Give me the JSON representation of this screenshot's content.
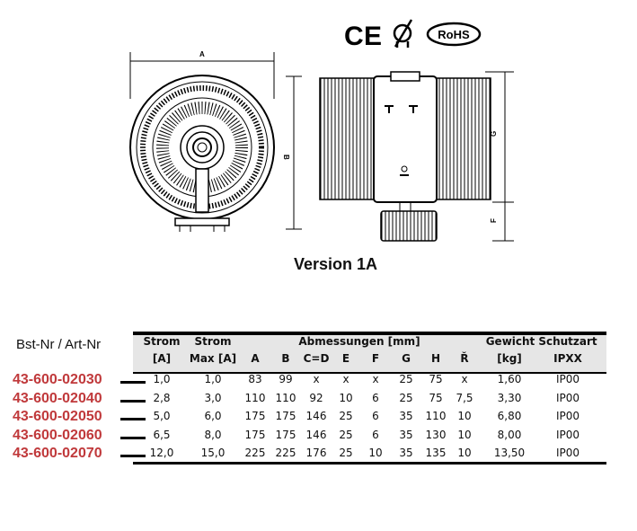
{
  "certifications": [
    "CE",
    "RoHS"
  ],
  "drawing": {
    "version_label": "Version 1A",
    "dimension_labels": [
      "A",
      "B",
      "G",
      "F"
    ]
  },
  "table": {
    "left_header": "Bst-Nr / Art-Nr",
    "header_row1": {
      "strom": "Strom",
      "strom_max": "Strom",
      "abmessungen": "Abmessungen [mm]",
      "gewicht": "Gewicht",
      "schutzart": "Schutzart"
    },
    "header_row2": [
      "[A]",
      "Max [A]",
      "A",
      "B",
      "C=D",
      "E",
      "F",
      "G",
      "H",
      "Ř",
      "[kg]",
      "IPXX"
    ],
    "rows": [
      {
        "part": "43-600-02030",
        "cells": [
          "1,0",
          "1,0",
          "83",
          "99",
          "x",
          "x",
          "x",
          "25",
          "75",
          "x",
          "1,60",
          "IP00"
        ]
      },
      {
        "part": "43-600-02040",
        "cells": [
          "2,8",
          "3,0",
          "110",
          "110",
          "92",
          "10",
          "6",
          "25",
          "75",
          "7,5",
          "3,30",
          "IP00"
        ]
      },
      {
        "part": "43-600-02050",
        "cells": [
          "5,0",
          "6,0",
          "175",
          "175",
          "146",
          "25",
          "6",
          "35",
          "110",
          "10",
          "6,80",
          "IP00"
        ]
      },
      {
        "part": "43-600-02060",
        "cells": [
          "6,5",
          "8,0",
          "175",
          "175",
          "146",
          "25",
          "6",
          "35",
          "130",
          "10",
          "8,00",
          "IP00"
        ]
      },
      {
        "part": "43-600-02070",
        "cells": [
          "12,0",
          "15,0",
          "225",
          "225",
          "176",
          "25",
          "10",
          "35",
          "135",
          "10",
          "13,50",
          "IP00"
        ]
      }
    ]
  },
  "colors": {
    "part_number": "#c0393b",
    "header_bg": "#e6e6e6"
  }
}
